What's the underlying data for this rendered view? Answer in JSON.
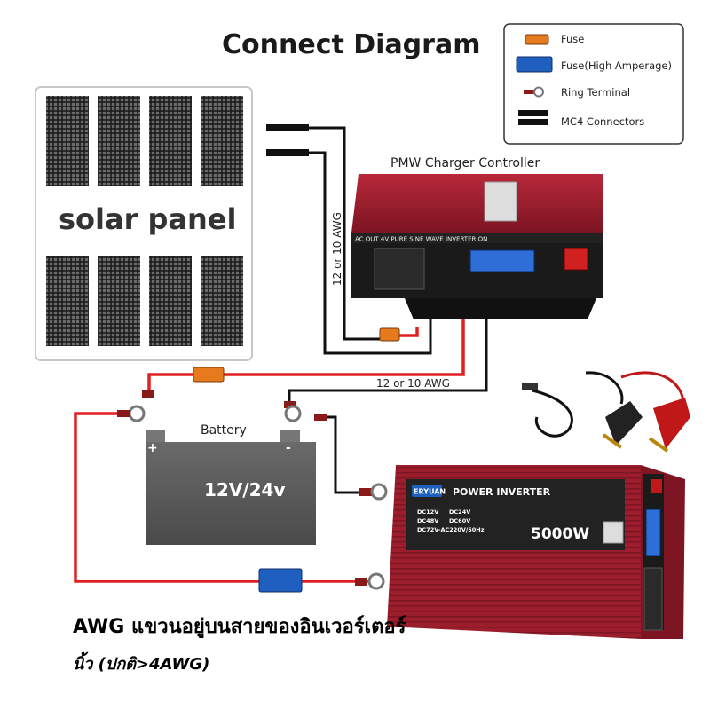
{
  "title": "Connect Diagram",
  "legend": {
    "items": [
      {
        "icon": "fuse-icon",
        "label": "Fuse"
      },
      {
        "icon": "high-amperage-fuse-icon",
        "label": "Fuse(High Amperage)"
      },
      {
        "icon": "ring-terminal-icon",
        "label": "Ring Terminal"
      },
      {
        "icon": "mc4-connector-icon",
        "label": "MC4 Connectors"
      }
    ]
  },
  "solar_panel": {
    "label": "solar panel"
  },
  "controller": {
    "label": "PMW Charger Controller",
    "panel_text": "AC OUT 4V   PURE SINE WAVE INVERTER   ON"
  },
  "wire_labels": {
    "vertical": "12 or 10 AWG",
    "horizontal": "12 or 10 AWG"
  },
  "battery": {
    "label": "Battery",
    "voltage": "12V/24v",
    "plus": "+",
    "minus": "-"
  },
  "inverter": {
    "brand": "ERYUAN",
    "title": "POWER INVERTER",
    "power": "5000W",
    "specs": [
      "DC12V",
      "DC24V",
      "DC48V",
      "DC60V",
      "DC72V-AC220V/50Hz"
    ]
  },
  "caption": {
    "line1": "AWG แขวนอยู่บนสายของอินเวอร์เตอร์",
    "line2": "นิ้ว (ปกติ>4AWG)"
  },
  "colors": {
    "positive_wire": "#e02020",
    "negative_wire": "#111111",
    "fuse": "#e87a1e",
    "high_amp_fuse": "#1f5fbf",
    "inverter_body": "#9c1e2c"
  }
}
